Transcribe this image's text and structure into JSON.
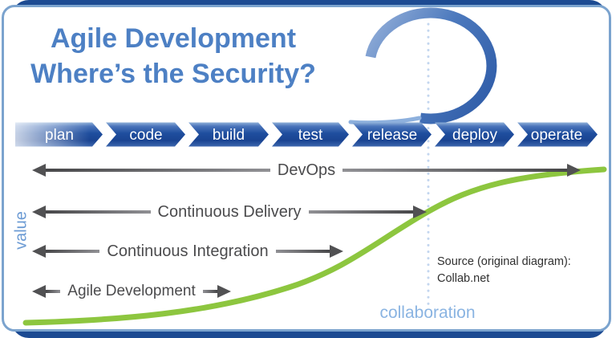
{
  "title": {
    "line1": "Agile Development",
    "line2": "Where’s the Security?"
  },
  "pipeline": {
    "stages": [
      "plan",
      "code",
      "build",
      "test",
      "release",
      "deploy",
      "operate"
    ]
  },
  "spans": {
    "devops": "DevOps",
    "continuous_delivery": "Continuous Delivery",
    "continuous_integration": "Continuous Integration",
    "agile_development": "Agile Development"
  },
  "axes": {
    "value_label": "value",
    "collaboration_label": "collaboration"
  },
  "source": {
    "line1": "Source (original diagram):",
    "line2": "Collab.net"
  },
  "colors": {
    "title_blue": "#4d80c4",
    "band_dark": "#1f4e9e",
    "band_light": "#8fb0d8",
    "arrow_gray": "#515153",
    "curve_green": "#8dc63f",
    "axis_blue": "#8ab4e2",
    "background_navy": "#1f4e96",
    "card_border": "#7ba3ce",
    "dotted_line": "#c3d6ef",
    "source_text": "#303030"
  }
}
